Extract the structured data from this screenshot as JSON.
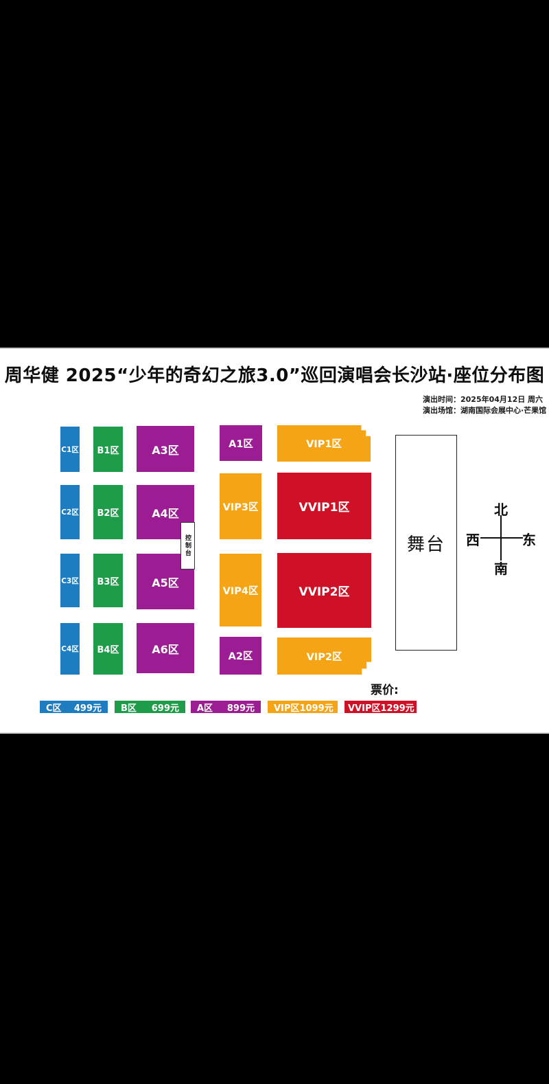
{
  "header": {
    "title": "周华健 2025“少年的奇幻之旅3.0”巡回演唱会长沙站·座位分布图",
    "info_line1": "演出时间：2025年04月12日 周六",
    "info_line2": "演出场馆：湖南国际会展中心·芒果馆"
  },
  "sections": {
    "c1": {
      "label": "C1区"
    },
    "c2": {
      "label": "C2区"
    },
    "c3": {
      "label": "C3区"
    },
    "c4": {
      "label": "C4区"
    },
    "b1": {
      "label": "B1区"
    },
    "b2": {
      "label": "B2区"
    },
    "b3": {
      "label": "B3区"
    },
    "b4": {
      "label": "B4区"
    },
    "a1": {
      "label": "A1区"
    },
    "a2": {
      "label": "A2区"
    },
    "a3": {
      "label": "A3区"
    },
    "a4": {
      "label": "A4区"
    },
    "a5": {
      "label": "A5区"
    },
    "a6": {
      "label": "A6区"
    },
    "vip1": {
      "label": "VIP1区"
    },
    "vip2": {
      "label": "VIP2区"
    },
    "vip3": {
      "label": "VIP3区"
    },
    "vip4": {
      "label": "VIP4区"
    },
    "vvip1": {
      "label": "VVIP1区"
    },
    "vvip2": {
      "label": "VVIP2区"
    }
  },
  "stage": {
    "label": "舞台"
  },
  "control_booth": {
    "label": "控制台"
  },
  "compass": {
    "north": "北",
    "south": "南",
    "west": "西",
    "east": "东"
  },
  "pricing": {
    "heading": "票价:",
    "items": [
      {
        "name": "C区",
        "price": "499元",
        "color": "#1E7CC1"
      },
      {
        "name": "B区",
        "price": "699元",
        "color": "#1F9C4A"
      },
      {
        "name": "A区",
        "price": "899元",
        "color": "#9B1C93"
      },
      {
        "name": "VIP区",
        "price": "1099元",
        "color": "#F5A415"
      },
      {
        "name": "VVIP区",
        "price": "1299元",
        "color": "#CE1126"
      }
    ]
  },
  "colors": {
    "c_tier": "#1E7CC1",
    "b_tier": "#1F9C4A",
    "a_tier": "#9B1C93",
    "vip_tier": "#F5A415",
    "vvip_tier": "#CE1126"
  }
}
